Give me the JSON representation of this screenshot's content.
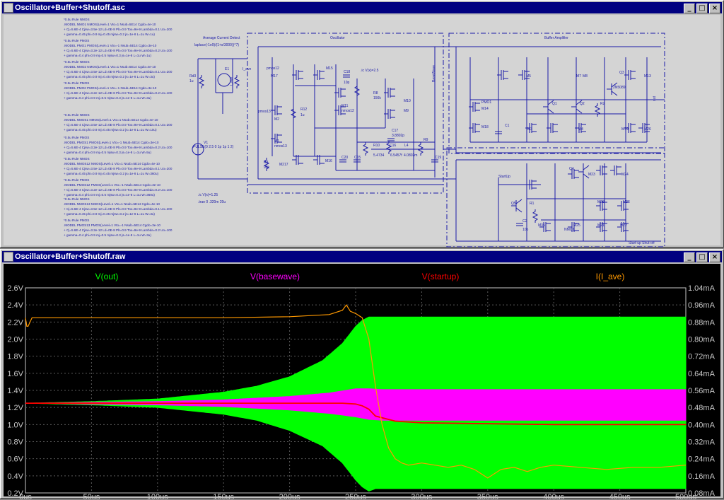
{
  "schematic_window": {
    "title": "Oscillator+Buffer+Shutoff.asc",
    "buttons": {
      "minimize": "_",
      "maximize": "□",
      "close": "×"
    },
    "spice_models": [
      [
        "*0.5u Rule NMOS",
        ".MODEL NMO1 NMOS(Level=1 Vto=1 Nsub=5E14 Cgdo=4e-10",
        "+ Cj=5.6E-4 Cjsw=3.5e-12 Ld=0E-8 Pb=0.9 Tox=9e-9 Lambda=0.1 Uo=200",
        "+ gamma=0.45 phi=0.9 mj=0.45 mjsw=0.2 js=1e-8 L=1u W=1u)"
      ],
      [
        "*0.5u Rule PMOS",
        ".MODEL PMO1 PMOS(Level=1 Vto=-1 Nsub=5E14 Cgdo=3e-10",
        "+ Cj=5.6E-4 Cjsw=3.2e-12 Ld=0E-8 Pb=0.9 Tox=9e-9 Lambda=0.2 Uo=100",
        "+ gamma=0.4 phi=0.9 mj=0.5 mjsw=0.3 js=1e-8 L=1u W=1u)"
      ],
      [
        "*0.5u Rule NMOS",
        ".MODEL NMO2 NMOS(Level=1 Vto=1 Nsub=5E14 Cgdo=4e-10",
        "+ Cj=5.6E-4 Cjsw=3.5e-12 Ld=0E-8 Pb=0.9 Tox=9e-9 Lambda=0.1 Uo=200",
        "+ gamma=0.45 phi=0.9 mj=0.45 mjsw=0.2 js=1e-8 L=1u W=3u)"
      ],
      [
        "*0.5u Rule PMOS",
        ".MODEL PMO2 PMOS(Level=1 Vto=-1 Nsub=5E14 Cgdo=3e-10",
        "+ Cj=5.6E-4 Cjsw=3.2e-12 Ld=0E-8 Pb=0.9 Tox=9e-9 Lambda=0.2 Uo=100",
        "+ gamma=0.4 phi=0.9 mj=0.5 mjsw=0.3 js=1e-8 L=1u W=3u)"
      ],
      [
        "*0.5u Rule NMOS",
        ".MODEL NMOS1 NMOS(Level=1 Vto=1 Nsub=5E14 Cgdo=4e-10",
        "+ Cj=5.6E-4 Cjsw=3.5e-12 Ld=0E-8 Pb=0.9 Tox=9e-9 Lambda=0.1 Uo=200",
        "+ gamma=0.45 phi=0.9 mj=0.45 mjsw=0.2 js=1e-8 L=1u W=10u)"
      ],
      [
        "*0.5u Rule PMOS",
        ".MODEL PMOS1 PMOS(Level=1 Vto=-1 Nsub=5E14 Cgdo=3e-10",
        "+ Cj=5.6E-4 Cjsw=3.2e-12 Ld=0E-8 Pb=0.9 Tox=9e-9 Lambda=0.2 Uo=100",
        "+ gamma=0.4 phi=0.9 mj=0.5 mjsw=0.3 js=1e-8 L=1u W=5u)"
      ],
      [
        "*0.5u Rule NMOS",
        ".MODEL NMOS12 NMOS(Level=1 Vto=1 Nsub=5E14 Cgdo=4e-10",
        "+ Cj=5.6E-4 Cjsw=3.5e-12 Ld=0E-8 Pb=0.9 Tox=9e-9 Lambda=0.1 Uo=200",
        "+ gamma=0.45 phi=0.9 mj=0.45 mjsw=0.2 js=1e-8 L=1u W=360u)"
      ],
      [
        "*0.5u Rule PMOS",
        ".MODEL PMOS12 PMOS(Level=1 Vto=-1 Nsub=5E14 Cgdo=3e-10",
        "+ Cj=5.6E-4 Cjsw=3.2e-12 Ld=0E-8 Pb=0.9 Tox=9e-9 Lambda=0.2 Uo=100",
        "+ gamma=0.4 phi=0.9 mj=0.5 mjsw=0.3 js=1e-8 L=1u W=360u)"
      ],
      [
        "*0.5u Rule NMOS",
        ".MODEL NMOS13 NMOS(Level=1 Vto=1 Nsub=5E14 Cgdo=4e-10",
        "+ Cj=5.6E-4 Cjsw=3.5e-12 Ld=0E-8 Pb=0.9 Tox=9e-9 Lambda=0.1 Uo=200",
        "+ gamma=0.45 phi=0.9 mj=0.45 mjsw=0.2 js=1e-8 L=1u W=3u)"
      ],
      [
        "*0.5u Rule PMOS",
        ".MODEL PMOS13 PMOS(Level=1 Vto=-1 Nsub=5E14 Cgdo=3e-10",
        "+ Cj=5.6E-4 Cjsw=3.2e-12 Ld=0E-8 Pb=0.9 Tox=9e-9 Lambda=0.2 Uo=100",
        "+ gamma=0.4 phi=0.9 mj=0.5 mjsw=0.3 js=1e-8 L=1u W=3u)"
      ]
    ],
    "blocks": {
      "average_current": "Average Current Detect",
      "oscillator": "Oscillator",
      "buffer": "Buffer Amplifier",
      "startup": "Start-up Shut-off"
    },
    "directives": {
      "ic": ".ic V(x)=1.25",
      "tran": ".tran 0 .320m 20u",
      "ic2": ".ic V(x)=2.5",
      "laplace": "laplace(-1e9)/(1+s/3000)(^7)",
      "pulse": "PULSE(0 2.5 0 1p 1p 1 2)",
      "basewave": "BaseWave",
      "out": "out",
      "iave": "I_ave"
    },
    "labels": [
      {
        "t": "Rd3",
        "k": "ref"
      },
      {
        "t": "1u",
        "k": "val"
      },
      {
        "t": "E1",
        "k": "ref"
      },
      {
        "t": "I_ave",
        "k": "net"
      },
      {
        "t": "V1",
        "k": "ref"
      },
      {
        "t": "pmos12",
        "k": "m"
      },
      {
        "t": "M17",
        "k": "ref"
      },
      {
        "t": "M15",
        "k": "ref"
      },
      {
        "t": "C18",
        "k": "ref"
      },
      {
        "t": "10p",
        "k": "val"
      },
      {
        "t": "pmos13",
        "k": "m"
      },
      {
        "t": "M2",
        "k": "ref"
      },
      {
        "t": "R12",
        "k": "ref"
      },
      {
        "t": "1u",
        "k": "val"
      },
      {
        "t": "M11",
        "k": "ref"
      },
      {
        "t": "nmos12",
        "k": "m"
      },
      {
        "t": "M1",
        "k": "ref"
      },
      {
        "t": "nmos13",
        "k": "m"
      },
      {
        "t": "R3",
        "k": "ref"
      },
      {
        "t": "98k",
        "k": "val"
      },
      {
        "t": "M217",
        "k": "ref"
      },
      {
        "t": "M16",
        "k": "ref"
      },
      {
        "t": "C20",
        "k": "ref"
      },
      {
        "t": "C15",
        "k": "ref"
      },
      {
        "t": "R8",
        "k": "ref"
      },
      {
        "t": "156k",
        "k": "val"
      },
      {
        "t": "M10",
        "k": "ref"
      },
      {
        "t": "M9",
        "k": "ref"
      },
      {
        "t": "C17",
        "k": "ref"
      },
      {
        "t": "3.8802p",
        "k": "val"
      },
      {
        "t": "R10",
        "k": "ref"
      },
      {
        "t": "C16",
        "k": "ref"
      },
      {
        "t": "L4",
        "k": "ref"
      },
      {
        "t": "R9",
        "k": "ref"
      },
      {
        "t": "5.4734",
        "k": "val"
      },
      {
        "t": "6.5457f",
        "k": "val"
      },
      {
        "t": "4.0803m",
        "k": "val"
      },
      {
        "t": "C19",
        "k": "ref"
      },
      {
        "t": "PMO1",
        "k": "m"
      },
      {
        "t": "M14",
        "k": "ref"
      },
      {
        "t": "M18",
        "k": "ref"
      },
      {
        "t": "C1",
        "k": "ref"
      },
      {
        "t": "M5",
        "k": "ref"
      },
      {
        "t": "M7",
        "k": "ref"
      },
      {
        "t": "M8",
        "k": "ref"
      },
      {
        "t": "Q1",
        "k": "ref"
      },
      {
        "t": "Q2",
        "k": "ref"
      },
      {
        "t": "R2",
        "k": "ref"
      },
      {
        "t": "Q3",
        "k": "ref"
      },
      {
        "t": "2N5089",
        "k": "val"
      },
      {
        "t": "M13",
        "k": "ref"
      },
      {
        "t": "M19",
        "k": "ref"
      },
      {
        "t": "M26",
        "k": "ref"
      },
      {
        "t": "M3",
        "k": "ref"
      },
      {
        "t": "M4",
        "k": "ref"
      },
      {
        "t": "Q4",
        "k": "ref"
      },
      {
        "t": "M23",
        "k": "ref"
      },
      {
        "t": "M24",
        "k": "ref"
      },
      {
        "t": "M28",
        "k": "ref"
      },
      {
        "t": "M36",
        "k": "ref"
      },
      {
        "t": "R1",
        "k": "ref"
      },
      {
        "t": "Q5",
        "k": "ref"
      },
      {
        "t": "C2",
        "k": "ref"
      },
      {
        "t": "M35",
        "k": "ref"
      },
      {
        "t": "M25",
        "k": "ref"
      },
      {
        "t": "M21",
        "k": "ref"
      },
      {
        "t": "M22",
        "k": "ref"
      },
      {
        "t": "NMO1",
        "k": "m"
      },
      {
        "t": "StartUp",
        "k": "net"
      },
      {
        "t": "10p",
        "k": "val"
      }
    ]
  },
  "waveform_window": {
    "title": "Oscillator+Buffer+Shutoff.raw",
    "buttons": {
      "minimize": "_",
      "maximize": "□",
      "close": "×"
    }
  },
  "colors": {
    "out": "#00ff00",
    "basewave": "#ff00ff",
    "startup": "#ff0000",
    "iave": "#ff9900",
    "wire": "#1a1aa8",
    "grid": "#5a5a5a",
    "axis": "#c8c8c8"
  },
  "chart_data": {
    "type": "line",
    "xlabel": "",
    "xlim": [
      0,
      500
    ],
    "x_ticks": [
      "0us",
      "50us",
      "100us",
      "150us",
      "200us",
      "250us",
      "300us",
      "350us",
      "400us",
      "450us",
      "500us"
    ],
    "y_left_ticks": [
      "2.6V",
      "2.4V",
      "2.2V",
      "2.0V",
      "1.8V",
      "1.6V",
      "1.4V",
      "1.2V",
      "1.0V",
      "0.8V",
      "0.6V",
      "0.4V",
      "0.2V"
    ],
    "y_right_ticks": [
      "1.04mA",
      "0.96mA",
      "0.88mA",
      "0.80mA",
      "0.72mA",
      "0.64mA",
      "0.56mA",
      "0.48mA",
      "0.40mA",
      "0.32mA",
      "0.24mA",
      "0.16mA",
      "0.08mA"
    ],
    "ylim_left": [
      0.2,
      2.6
    ],
    "ylim_right": [
      0.08,
      1.04
    ],
    "grid": true,
    "legend_placement": "top",
    "series": [
      {
        "name": "V(out)",
        "axis": "left",
        "kind": "envelope",
        "x": [
          0,
          50,
          100,
          150,
          175,
          200,
          225,
          240,
          250,
          255,
          260,
          265,
          300,
          400,
          500
        ],
        "upper": [
          1.25,
          1.27,
          1.3,
          1.38,
          1.45,
          1.56,
          1.75,
          1.95,
          2.15,
          2.22,
          2.26,
          2.26,
          2.26,
          2.26,
          2.26
        ],
        "lower": [
          1.25,
          1.23,
          1.2,
          1.12,
          1.05,
          0.93,
          0.75,
          0.55,
          0.35,
          0.27,
          0.22,
          0.25,
          0.25,
          0.25,
          0.25
        ]
      },
      {
        "name": "V(basewave)",
        "axis": "left",
        "kind": "envelope",
        "x": [
          0,
          100,
          150,
          200,
          230,
          250,
          260,
          270,
          300,
          400,
          500
        ],
        "upper": [
          1.25,
          1.27,
          1.29,
          1.33,
          1.37,
          1.42,
          1.42,
          1.41,
          1.41,
          1.41,
          1.41
        ],
        "lower": [
          1.25,
          1.23,
          1.21,
          1.17,
          1.13,
          1.09,
          1.06,
          1.05,
          1.05,
          1.05,
          1.05
        ]
      },
      {
        "name": "V(startup)",
        "axis": "left",
        "kind": "line",
        "x": [
          0,
          100,
          200,
          240,
          250,
          255,
          260,
          265,
          280,
          300,
          350,
          400,
          500
        ],
        "y": [
          1.25,
          1.25,
          1.25,
          1.25,
          1.24,
          1.22,
          1.18,
          1.1,
          1.04,
          1.02,
          1.01,
          1.0,
          1.0
        ]
      },
      {
        "name": "I(I_ave)",
        "axis": "right",
        "kind": "line",
        "x": [
          0,
          1,
          2,
          5,
          50,
          100,
          150,
          200,
          230,
          240,
          243,
          246,
          250,
          255,
          260,
          265,
          270,
          275,
          280,
          285,
          290,
          300,
          310,
          320,
          330,
          340,
          350,
          360,
          370,
          380,
          390,
          400,
          420,
          440,
          460,
          480,
          500
        ],
        "y": [
          0.9,
          0.86,
          0.86,
          0.9,
          0.9,
          0.9,
          0.9,
          0.905,
          0.915,
          0.935,
          0.96,
          0.93,
          0.92,
          0.9,
          0.8,
          0.58,
          0.4,
          0.29,
          0.24,
          0.22,
          0.21,
          0.22,
          0.21,
          0.2,
          0.21,
          0.19,
          0.15,
          0.19,
          0.2,
          0.18,
          0.2,
          0.21,
          0.2,
          0.19,
          0.2,
          0.2,
          0.21
        ]
      }
    ]
  }
}
